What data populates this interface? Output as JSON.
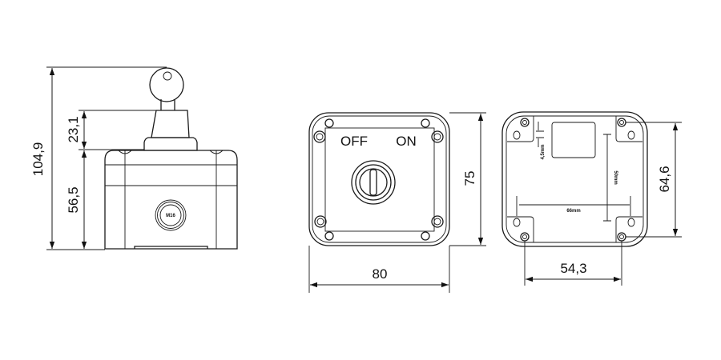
{
  "side_view": {
    "gland_label": "M16",
    "dimensions": {
      "total_height": "104,9",
      "key_height": "23,1",
      "body_height": "56,5"
    }
  },
  "front_view": {
    "label_off": "OFF",
    "label_on": "ON",
    "dimensions": {
      "width": "80",
      "height": "75"
    }
  },
  "back_view": {
    "inner_labels": {
      "offset": "4,5mm",
      "vertical": "50mm",
      "horizontal": "66mm"
    },
    "dimensions": {
      "hole_height": "64,6",
      "hole_width": "54,3"
    }
  }
}
